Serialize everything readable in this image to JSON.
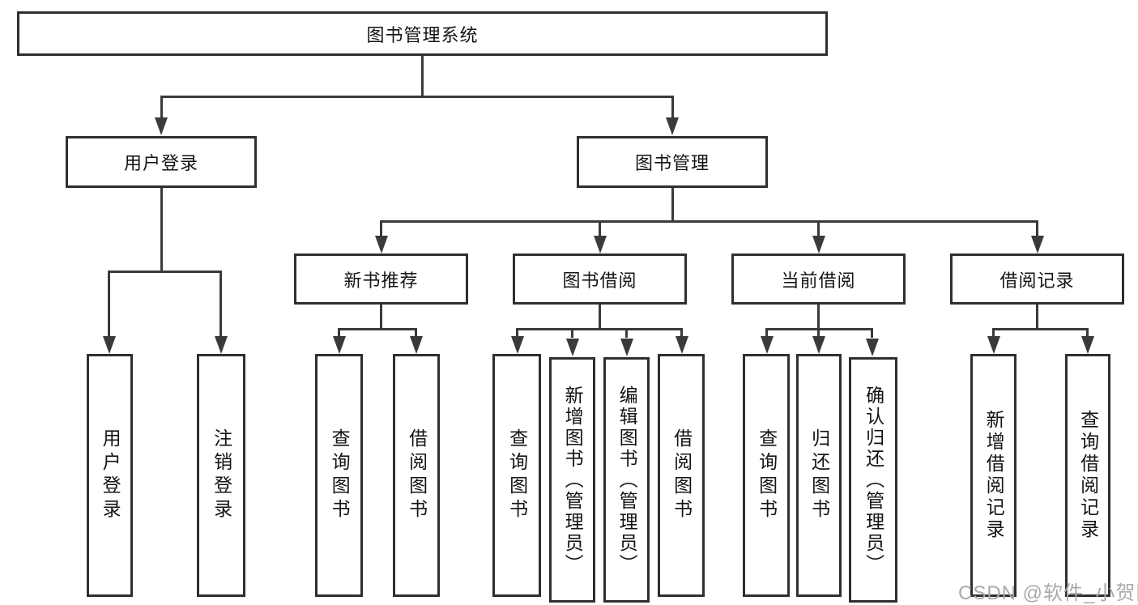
{
  "diagram": {
    "root_label": "图书管理系统",
    "level2": [
      {
        "label": "用户登录"
      },
      {
        "label": "图书管理"
      }
    ],
    "level3": [
      {
        "label": "新书推荐"
      },
      {
        "label": "图书借阅"
      },
      {
        "label": "当前借阅"
      },
      {
        "label": "借阅记录"
      }
    ],
    "leaves": [
      {
        "group": "用户登录",
        "label": "用户登录"
      },
      {
        "group": "用户登录",
        "label": "注销登录"
      },
      {
        "group": "新书推荐",
        "label": "查询图书"
      },
      {
        "group": "新书推荐",
        "label": "借阅图书"
      },
      {
        "group": "图书借阅",
        "label": "查询图书"
      },
      {
        "group": "图书借阅",
        "label": "新增图书（管理员）"
      },
      {
        "group": "图书借阅",
        "label": "编辑图书（管理员）"
      },
      {
        "group": "图书借阅",
        "label": "借阅图书"
      },
      {
        "group": "当前借阅",
        "label": "查询图书"
      },
      {
        "group": "当前借阅",
        "label": "归还图书"
      },
      {
        "group": "当前借阅",
        "label": "确认归还（管理员）"
      },
      {
        "group": "借阅记录",
        "label": "新增借阅记录"
      },
      {
        "group": "借阅记录",
        "label": "查询借阅记录"
      }
    ],
    "watermark": "CSDN @软件_小贺同学",
    "colors": {
      "line": "#3a3a3a",
      "box_border": "#2f2f2f",
      "box_fill": "#ffffff",
      "text": "#141414",
      "watermark": "#a9a9a9",
      "background": "#ffffff"
    }
  }
}
